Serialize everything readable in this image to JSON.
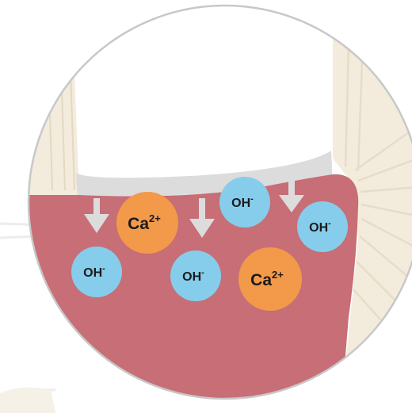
{
  "diagram": {
    "ions": [
      {
        "kind": "calcium",
        "base": "Ca",
        "sup": "2+"
      },
      {
        "kind": "calcium",
        "base": "Ca",
        "sup": "2+"
      },
      {
        "kind": "hydroxide",
        "base": "OH",
        "sup": "-"
      },
      {
        "kind": "hydroxide",
        "base": "OH",
        "sup": "-"
      },
      {
        "kind": "hydroxide",
        "base": "OH",
        "sup": "-"
      },
      {
        "kind": "hydroxide",
        "base": "OH",
        "sup": "-"
      }
    ],
    "colors": {
      "tissue": "#c76e76",
      "calcium": "#f2994a",
      "hydroxide": "#86cdeb",
      "paste_layer": "#dcdcdc",
      "arrow": "#dcdcdc",
      "dentin": "#f3ecdd",
      "circle_border": "#c8c8c8"
    }
  }
}
